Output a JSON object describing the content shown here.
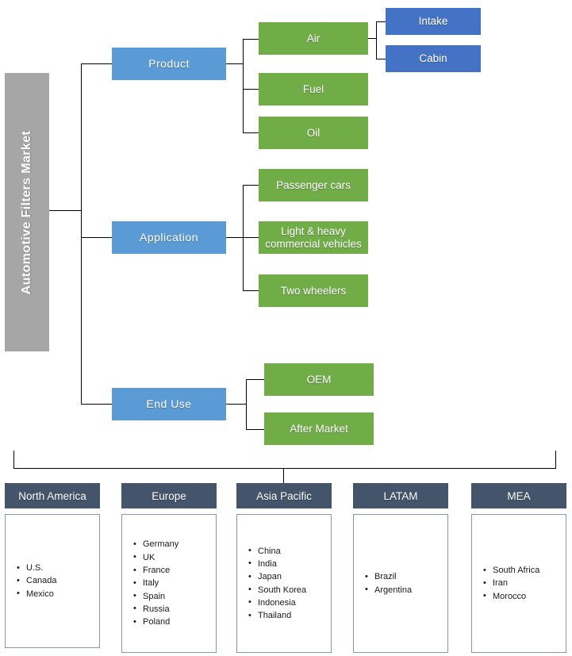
{
  "diagram": {
    "root": {
      "label": "Automotive Filters Market"
    },
    "branches": [
      {
        "label": "Product",
        "children": [
          {
            "label": "Air",
            "children": [
              {
                "label": "Intake"
              },
              {
                "label": "Cabin"
              }
            ]
          },
          {
            "label": "Fuel"
          },
          {
            "label": "Oil"
          }
        ]
      },
      {
        "label": "Application",
        "children": [
          {
            "label": "Passenger  cars"
          },
          {
            "label": "Light & heavy commercial  vehicles"
          },
          {
            "label": "Two wheelers"
          }
        ]
      },
      {
        "label": "End Use",
        "children": [
          {
            "label": "OEM"
          },
          {
            "label": "After Market"
          }
        ]
      }
    ],
    "regions": [
      {
        "name": "North America",
        "countries": [
          "U.S.",
          "Canada",
          "Mexico"
        ]
      },
      {
        "name": "Europe",
        "countries": [
          "Germany",
          "UK",
          "France",
          "Italy",
          "Spain",
          "Russia",
          "Poland"
        ]
      },
      {
        "name": "Asia Pacific",
        "countries": [
          "China",
          "India",
          "Japan",
          "South Korea",
          "Indonesia",
          "Thailand"
        ]
      },
      {
        "name": "LATAM",
        "countries": [
          "Brazil",
          "Argentina"
        ]
      },
      {
        "name": "MEA",
        "countries": [
          "South Africa",
          "Iran",
          "Morocco"
        ]
      }
    ],
    "colors": {
      "root_bar": "#a6a6a6",
      "level1": "#5b9bd5",
      "level2": "#70ad47",
      "level3": "#4472c4",
      "region_header": "#44546a",
      "region_border": "#8496b0",
      "connector_blue": "#5b9bd5",
      "connector_green": "#7cb35c"
    }
  }
}
